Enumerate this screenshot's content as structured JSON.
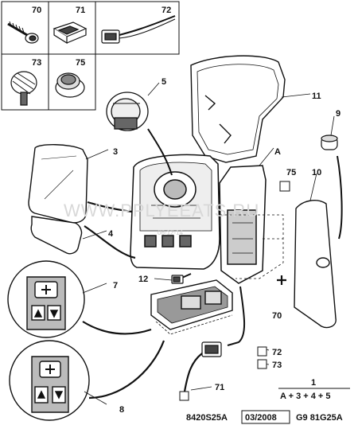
{
  "inset_labels": {
    "i70": "70",
    "i71": "71",
    "i72": "72",
    "i73": "73",
    "i75": "75"
  },
  "callouts": {
    "c5": "5",
    "c11": "11",
    "c9": "9",
    "c3": "3",
    "cA": "A",
    "c75": "75",
    "c10": "10",
    "c4": "4",
    "c7": "7",
    "c12": "12",
    "c70": "70",
    "c72": "72",
    "c73": "73",
    "c71": "71",
    "c8": "8",
    "c1": "1"
  },
  "formula": "A + 3 + 4 + 5",
  "footer": {
    "code_left": "8420S25A",
    "date": "03/2008",
    "code_right": "G9 81G25A"
  },
  "watermark": "WWW.PPLYEEATS.RU",
  "watermark_sub": "06-12-14"
}
